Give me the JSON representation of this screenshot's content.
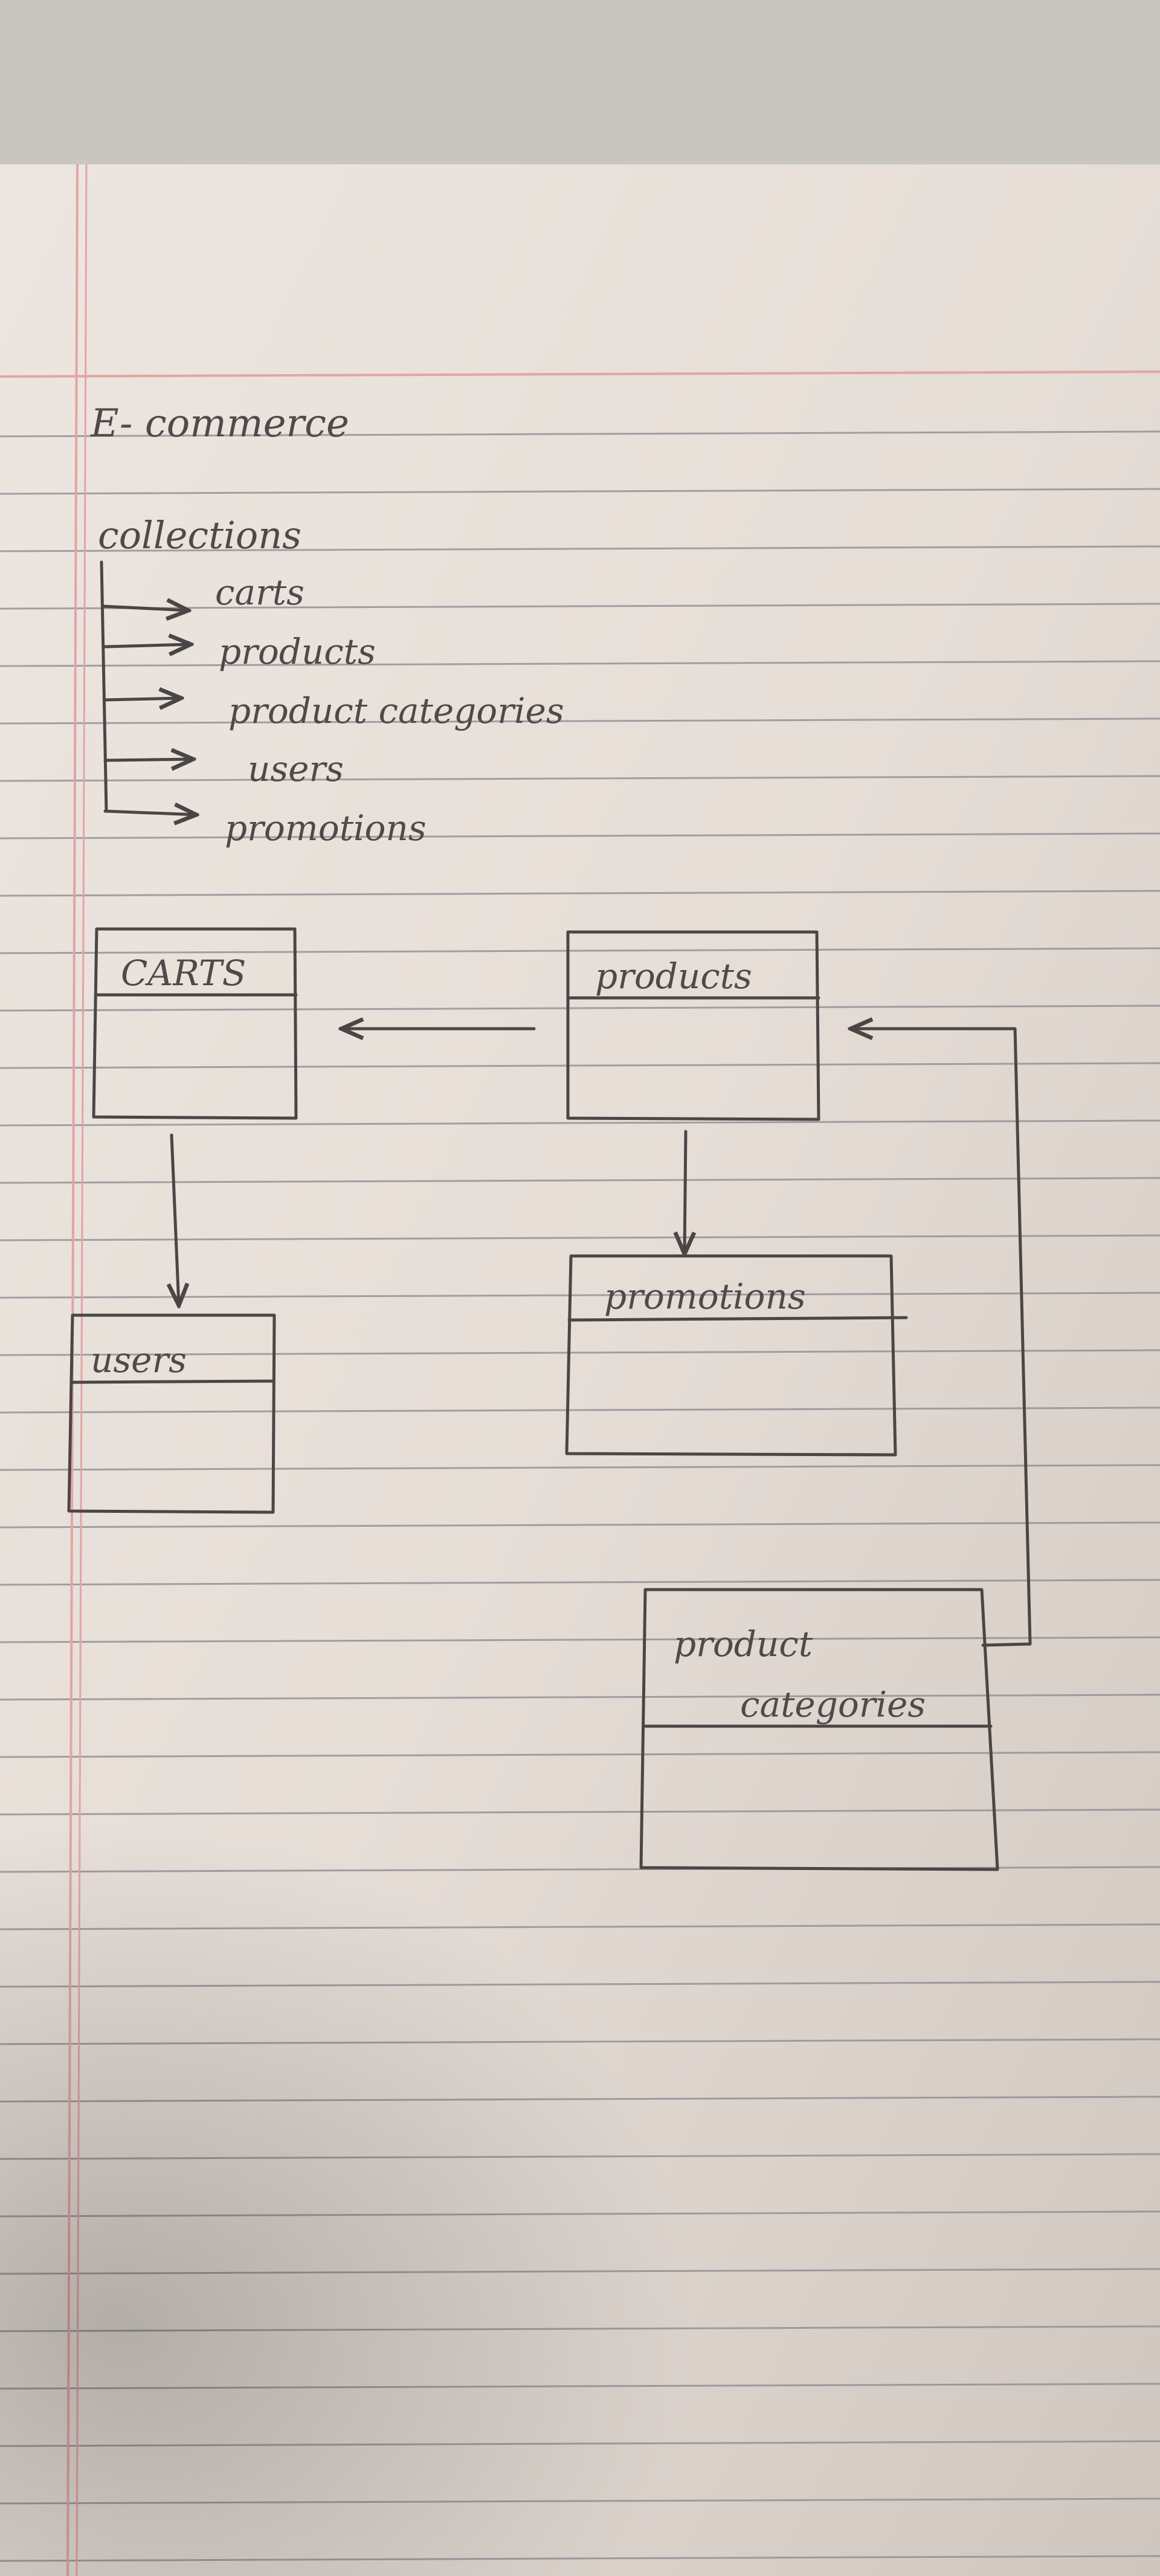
{
  "title": "E- commerce",
  "collections": {
    "heading": "collections",
    "items": [
      "carts",
      "products",
      "product categories",
      "users",
      "promotions"
    ]
  },
  "diagram": {
    "boxes": {
      "carts": "CARTS",
      "products": "products",
      "promotions": "promotions",
      "users": "users",
      "product_categories_line1": "product",
      "product_categories_line2": "categories"
    },
    "relations": [
      {
        "from": "products",
        "to": "carts"
      },
      {
        "from": "carts",
        "to": "users"
      },
      {
        "from": "products",
        "to": "promotions"
      },
      {
        "from": "product categories",
        "to": "products"
      }
    ]
  },
  "colors": {
    "paper": "#e6ded8",
    "rule": "#8a8790",
    "margin": "#e3a4a4",
    "ink": "#4a4646"
  }
}
